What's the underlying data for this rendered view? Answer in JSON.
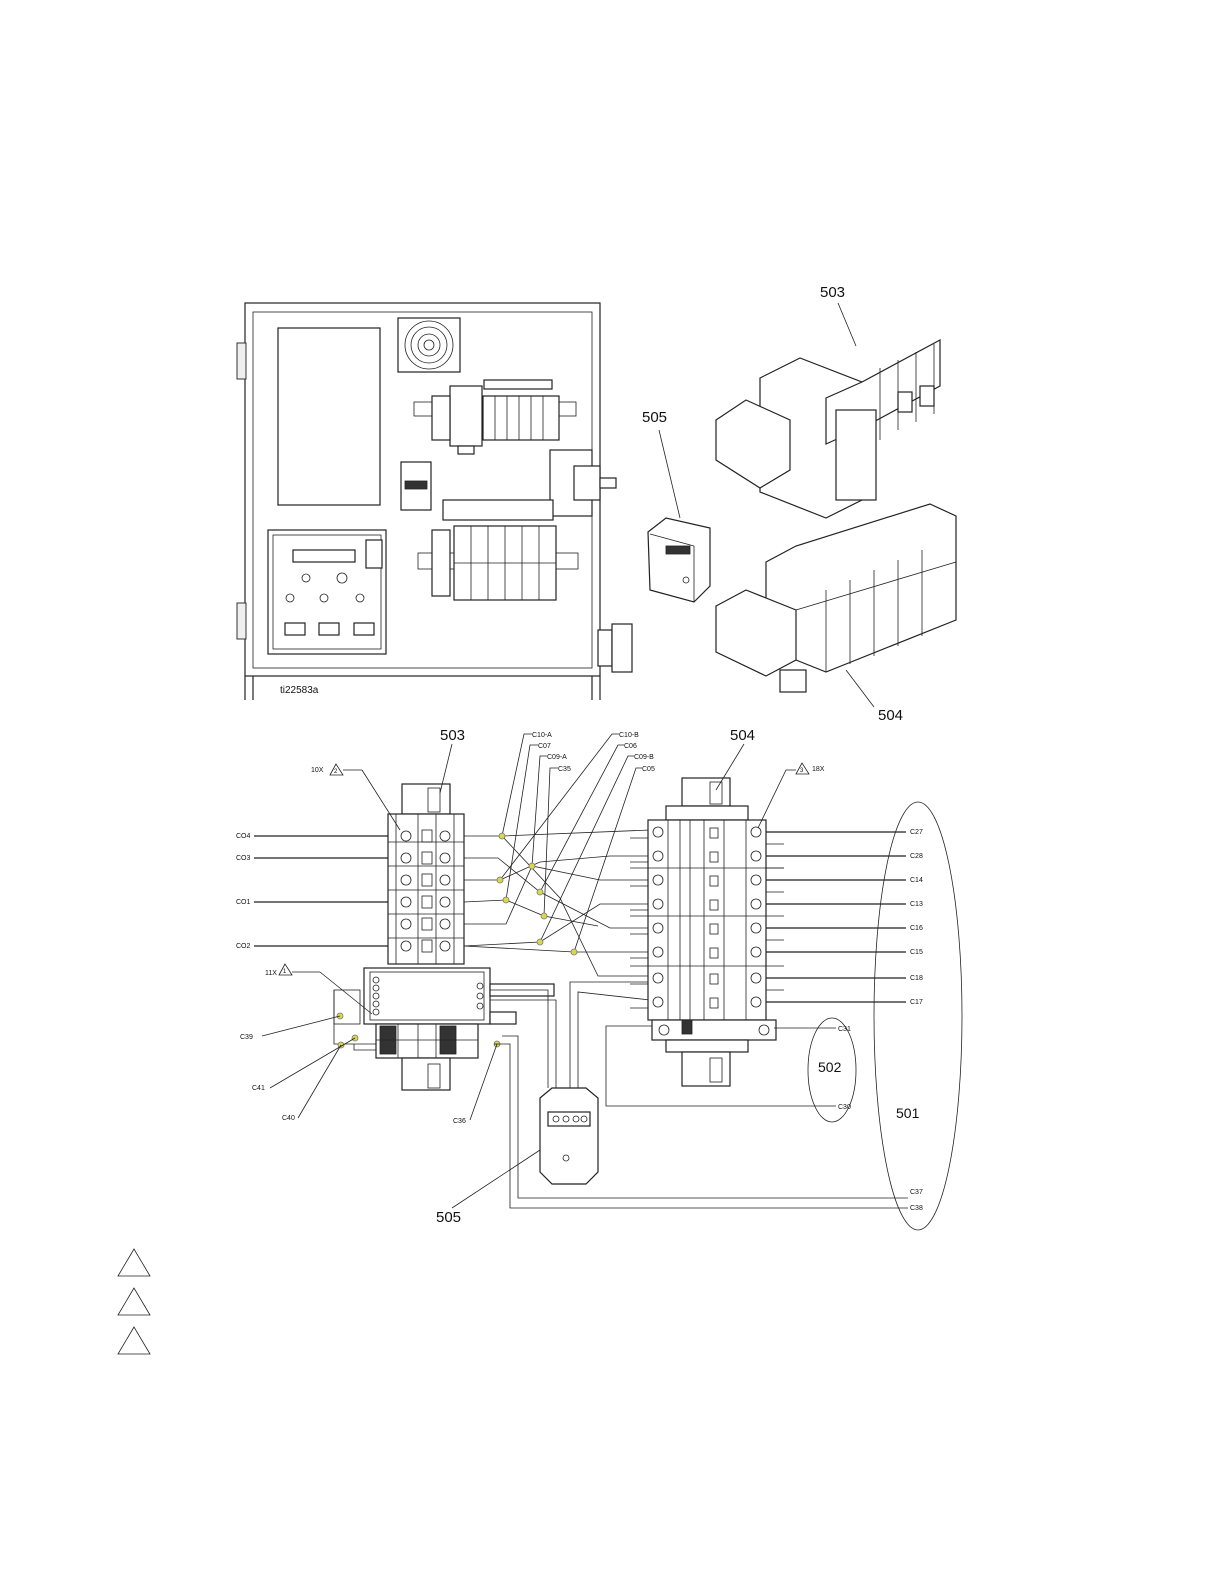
{
  "figure_code": "ti22583a",
  "callouts": {
    "breaker_block_top": "503",
    "filter_top": "505",
    "terminal_block_bottom": "504",
    "breaker_block_mid": "503",
    "terminal_block_mid": "504",
    "enclosure_ground": "501",
    "ground_group": "502",
    "filter_bottom": "505"
  },
  "quantities": {
    "q_10x": "10X",
    "q_18x": "18X",
    "q_11x": "11X"
  },
  "note_marks": {
    "note_1": "1",
    "note_2": "2",
    "note_3": "3"
  },
  "wires": {
    "c04": "CO4",
    "c03": "CO3",
    "c01": "CO1",
    "c02": "CO2",
    "c39": "C39",
    "c41": "C41",
    "c40": "C40",
    "c36": "C36",
    "c10a": "C10-A",
    "c07": "C07",
    "c09a": "C09-A",
    "c35": "C35",
    "c10b": "C10-B",
    "c06": "C06",
    "c09b": "C09-B",
    "c05": "C05",
    "c27": "C27",
    "c28": "C28",
    "c14": "C14",
    "c13": "C13",
    "c16": "C16",
    "c15": "C15",
    "c18": "C18",
    "c17": "C17",
    "c31": "C31",
    "c30": "C30",
    "c37": "C37",
    "c38": "C38"
  },
  "colors": {
    "junction_dot": "#d8d84a",
    "line": "#222222"
  }
}
